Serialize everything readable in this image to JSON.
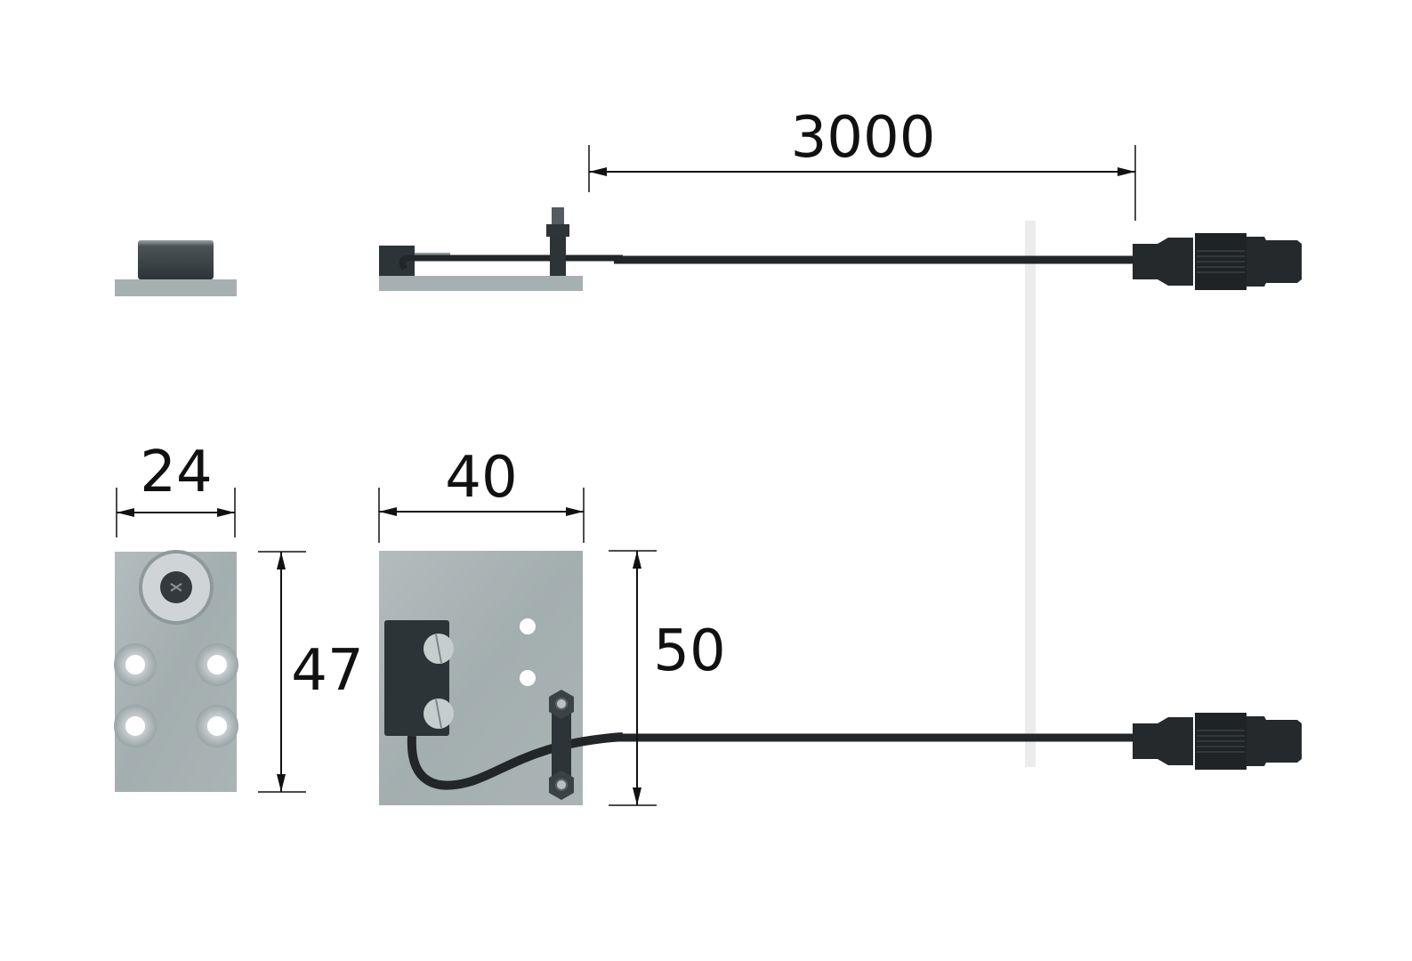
{
  "dimensions": {
    "cable_length": "3000",
    "side_sensor_width": "24",
    "side_sensor_height": "47",
    "main_sensor_width": "40",
    "main_sensor_height": "50"
  },
  "colors": {
    "plate": "#a9b3b4",
    "plate_dark": "#8f9a9b",
    "cable": "#222628",
    "sensor_body": "#2d3437",
    "dimension_line": "#111111",
    "break_band": "#ececec"
  }
}
